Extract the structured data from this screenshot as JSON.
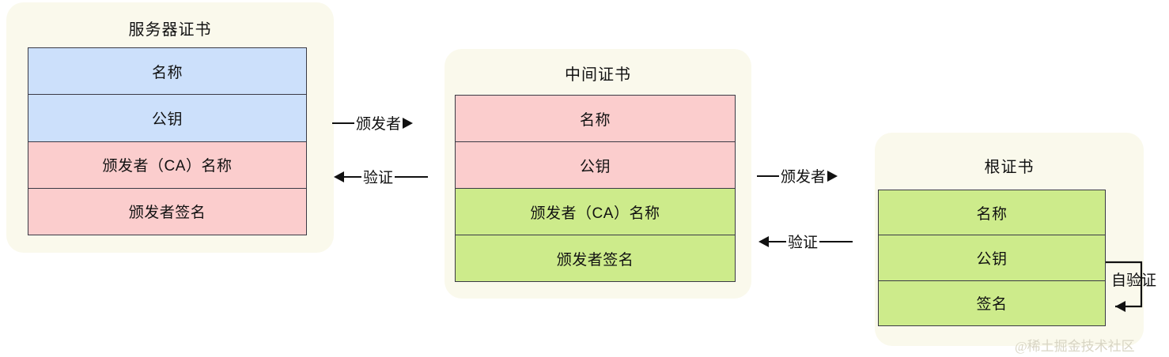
{
  "diagram": {
    "title_hidden": "",
    "colors": {
      "card_bg": "#faf9ec",
      "blue": "#cce0fb",
      "pink": "#fbcdcd",
      "green": "#cdeb8b",
      "border": "#3a3a45",
      "text": "#111111",
      "watermark": "#d8d5c4"
    }
  },
  "certs": {
    "server": {
      "title": "服务器证书",
      "rows": [
        {
          "label": "名称",
          "fill": "blue"
        },
        {
          "label": "公钥",
          "fill": "blue"
        },
        {
          "label": "颁发者（CA）名称",
          "fill": "pink"
        },
        {
          "label": "颁发者签名",
          "fill": "pink"
        }
      ]
    },
    "intermediate": {
      "title": "中间证书",
      "rows": [
        {
          "label": "名称",
          "fill": "pink"
        },
        {
          "label": "公钥",
          "fill": "pink"
        },
        {
          "label": "颁发者（CA）名称",
          "fill": "green"
        },
        {
          "label": "颁发者签名",
          "fill": "green"
        }
      ]
    },
    "root": {
      "title": "根证书",
      "rows": [
        {
          "label": "名称",
          "fill": "green"
        },
        {
          "label": "公钥",
          "fill": "green"
        },
        {
          "label": "签名",
          "fill": "green"
        }
      ]
    }
  },
  "arrows": {
    "server_to_intermediate_issuer": "颁发者",
    "intermediate_to_server_verify": "验证",
    "intermediate_to_root_issuer": "颁发者",
    "root_to_intermediate_verify": "验证",
    "root_self_verify": "自验证"
  },
  "watermark": "@稀土掘金技术社区"
}
